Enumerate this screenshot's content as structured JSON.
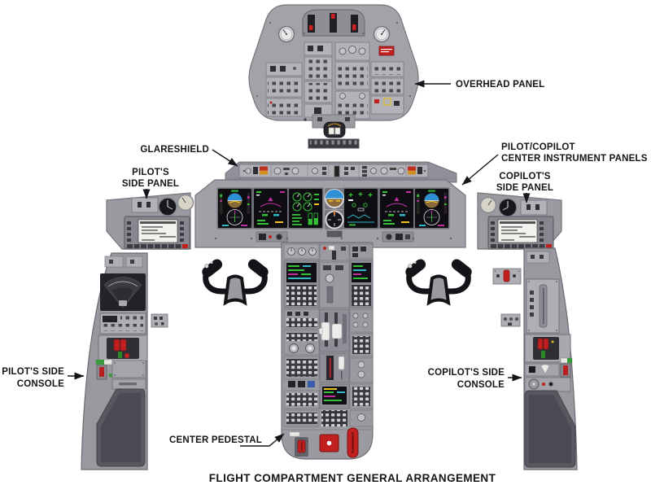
{
  "title": "FLIGHT COMPARTMENT GENERAL ARRANGEMENT",
  "callouts": {
    "overhead_panel": "OVERHEAD PANEL",
    "glareshield": "GLARESHIELD",
    "center_instrument_panels_line1": "PILOT/COPILOT",
    "center_instrument_panels_line2": "CENTER INSTRUMENT PANELS",
    "pilots_side_panel_line1": "PILOT'S",
    "pilots_side_panel_line2": "SIDE PANEL",
    "copilots_side_panel_line1": "COPILOT'S",
    "copilots_side_panel_line2": "SIDE PANEL",
    "pilots_side_console_line1": "PILOT'S SIDE",
    "pilots_side_console_line2": "CONSOLE",
    "copilots_side_console_line1": "COPILOT'S SIDE",
    "copilots_side_console_line2": "CONSOLE",
    "center_pedestal": "CENTER PEDESTAL"
  },
  "colors": {
    "background": "#ffffff",
    "panel_gray": "#9a9aa0",
    "panel_light": "#b2b2b8",
    "panel_dark": "#6e6e74",
    "display_black": "#0d0d12",
    "accent_red": "#c02020",
    "accent_green": "#35c035",
    "accent_cyan": "#30b8c8",
    "accent_magenta": "#c030a0",
    "sky_blue": "#2e8fd4",
    "ground_brown": "#8a6a3a",
    "label_color": "#16161a"
  }
}
